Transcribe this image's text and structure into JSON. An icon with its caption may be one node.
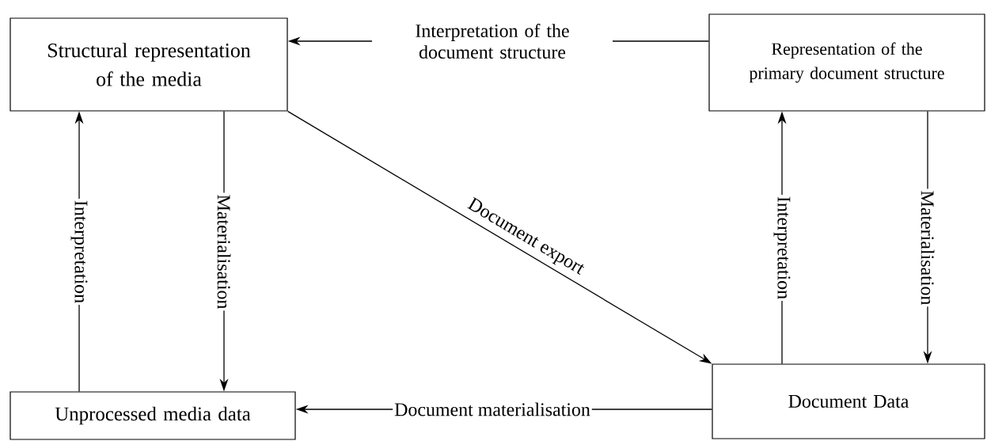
{
  "diagram": {
    "nodes": [
      {
        "text": [
          "Structural representation of the media"
        ]
      },
      {
        "text": [
          "Representation of the primary document structure"
        ]
      },
      {
        "text": [
          "Unprocessed media data"
        ]
      },
      {
        "text": [
          "Document Data"
        ]
      }
    ],
    "edges": [
      {
        "from": 1,
        "to": 0,
        "arrow": "to",
        "label": "Interpretation of the document structure"
      },
      {
        "from": 2,
        "to": 0,
        "arrow": "to",
        "label": "Interpretation"
      },
      {
        "from": 0,
        "to": 2,
        "arrow": "to",
        "label": "Materialisation"
      },
      {
        "from": 0,
        "to": 3,
        "arrow": "to",
        "label": "Document export"
      },
      {
        "from": 3,
        "to": 1,
        "arrow": "to",
        "label": "Interpretation"
      },
      {
        "from": 1,
        "to": 3,
        "arrow": "to",
        "label": "Materialisation"
      },
      {
        "from": 3,
        "to": 2,
        "arrow": "to",
        "label": "Document materialisation"
      }
    ]
  }
}
